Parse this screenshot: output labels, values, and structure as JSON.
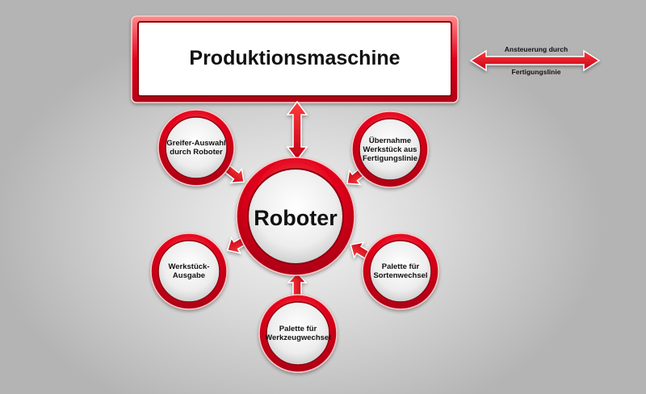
{
  "machine": {
    "label": "Produktionsmaschine"
  },
  "robot": {
    "label": "Roboter"
  },
  "legend": {
    "top_label": "Ansteuerung durch",
    "bottom_label": "Fertigungslinie"
  },
  "nodes": {
    "gripper": {
      "label": "Greifer-Auswahl\ndurch Roboter"
    },
    "takeover": {
      "label": "Übernahme\nWerkstück aus\nFertigungslinie"
    },
    "output": {
      "label": "Werkstück-\nAusgabe"
    },
    "pallet_sort": {
      "label": "Palette für\nSortenwechsel"
    },
    "pallet_tool": {
      "label": "Palette für\nWerkzeugwechsel"
    }
  },
  "colors": {
    "accent": "#e3001b",
    "accent_dark": "#a80012",
    "accent_light": "#ff7b7b",
    "face": "#eeeeee"
  }
}
